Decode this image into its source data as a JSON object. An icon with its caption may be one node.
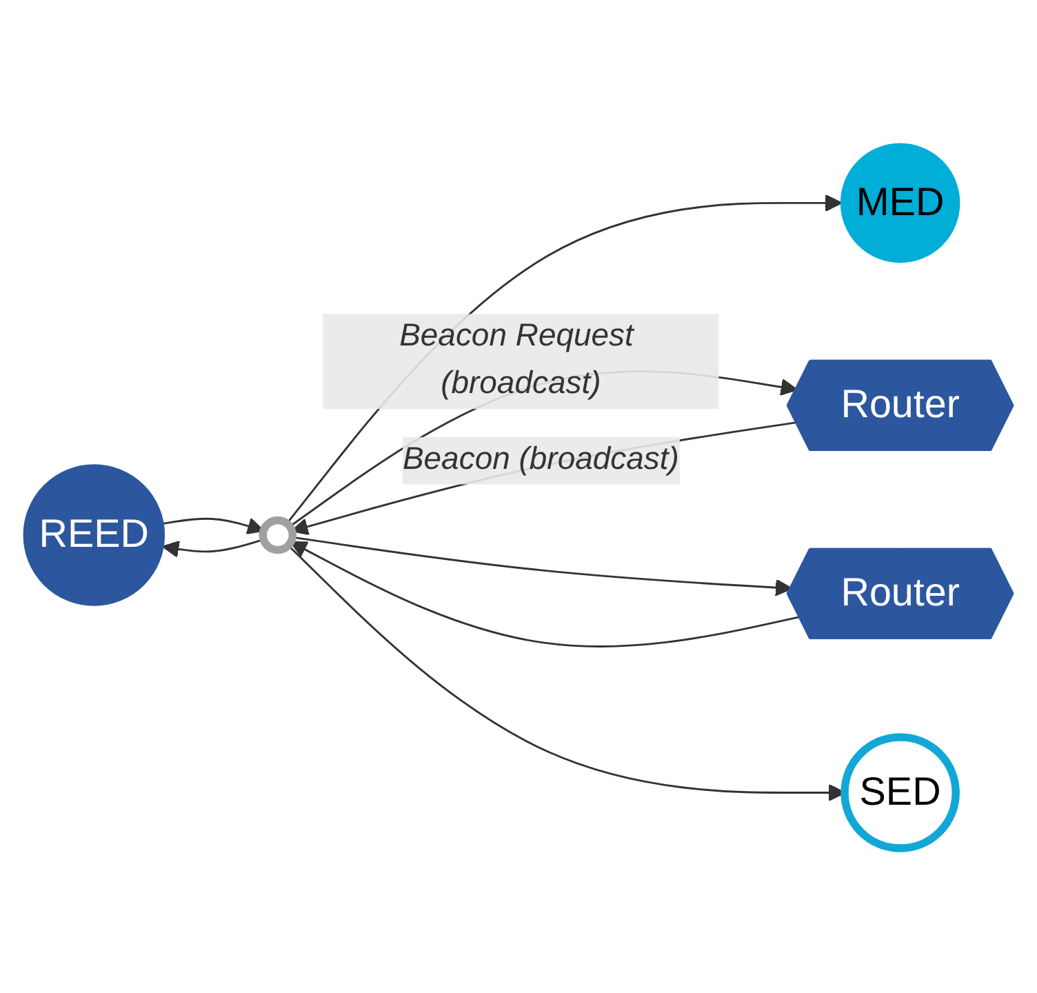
{
  "diagram": {
    "nodes": [
      {
        "text": [
          "REED"
        ]
      },
      {
        "text": [
          "MED"
        ]
      },
      {
        "text": [
          "Router"
        ]
      },
      {
        "text": [],
        "shape": "circle"
      },
      {
        "text": [
          "Router"
        ]
      },
      {
        "text": [
          "SED"
        ]
      }
    ],
    "edges": [
      {
        "from": 3,
        "to": 0,
        "arrow": "to"
      },
      {
        "from": 0,
        "to": 3,
        "arrow": "to"
      },
      {
        "from": 3,
        "to": 1,
        "arrow": "to"
      },
      {
        "from": 3,
        "to": 2,
        "arrow": "to",
        "label": "Beacon Request (broadcast)"
      },
      {
        "from": 2,
        "to": 3,
        "arrow": "to",
        "label": "Beacon (broadcast)"
      },
      {
        "from": 3,
        "to": 4,
        "arrow": "to"
      },
      {
        "from": 4,
        "to": 3,
        "arrow": "to"
      },
      {
        "from": 3,
        "to": 5,
        "arrow": "to"
      }
    ]
  }
}
